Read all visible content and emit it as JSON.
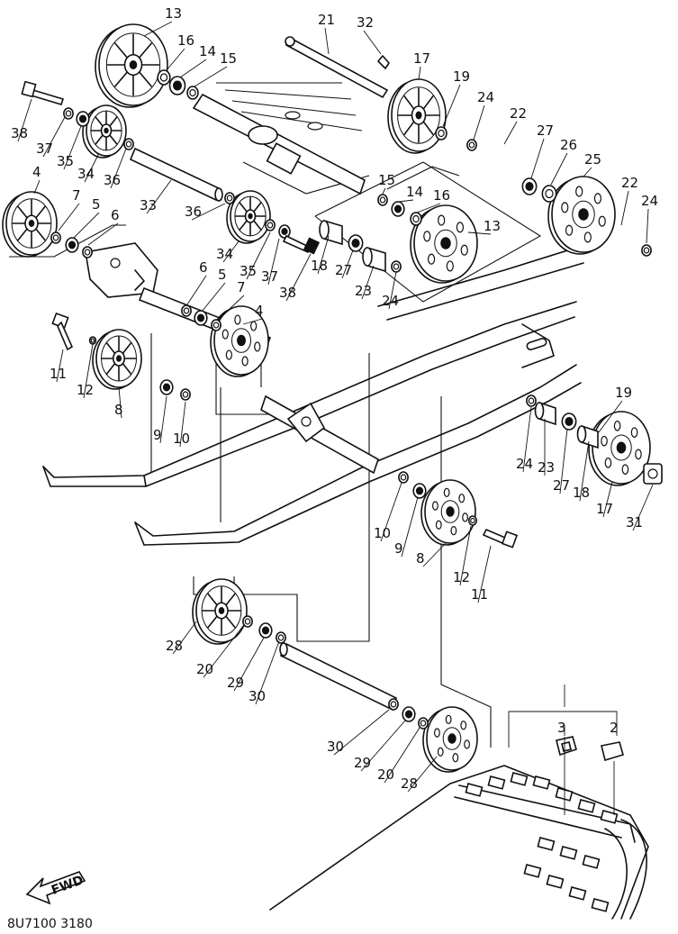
{
  "diagram": {
    "drawing_code": "8U7100 3180",
    "front_arrow_label": "FWD",
    "callouts": [
      {
        "id": "c13a",
        "text": "13"
      },
      {
        "id": "c16a",
        "text": "16"
      },
      {
        "id": "c14a",
        "text": "14"
      },
      {
        "id": "c15a",
        "text": "15"
      },
      {
        "id": "c21",
        "text": "21"
      },
      {
        "id": "c32",
        "text": "32"
      },
      {
        "id": "c17a",
        "text": "17"
      },
      {
        "id": "c19a",
        "text": "19"
      },
      {
        "id": "c38a",
        "text": "38"
      },
      {
        "id": "c37a",
        "text": "37"
      },
      {
        "id": "c35a",
        "text": "35"
      },
      {
        "id": "c34a",
        "text": "34"
      },
      {
        "id": "c36a",
        "text": "36"
      },
      {
        "id": "c33",
        "text": "33"
      },
      {
        "id": "c24a",
        "text": "24"
      },
      {
        "id": "c22a",
        "text": "22"
      },
      {
        "id": "c27a",
        "text": "27"
      },
      {
        "id": "c26",
        "text": "26"
      },
      {
        "id": "c25",
        "text": "25"
      },
      {
        "id": "c22b",
        "text": "22"
      },
      {
        "id": "c24b",
        "text": "24"
      },
      {
        "id": "c4a",
        "text": "4"
      },
      {
        "id": "c7a",
        "text": "7"
      },
      {
        "id": "c5a",
        "text": "5"
      },
      {
        "id": "c6a",
        "text": "6"
      },
      {
        "id": "c36b",
        "text": "36"
      },
      {
        "id": "c34b",
        "text": "34"
      },
      {
        "id": "c35b",
        "text": "35"
      },
      {
        "id": "c37b",
        "text": "37"
      },
      {
        "id": "c38b",
        "text": "38"
      },
      {
        "id": "c15b",
        "text": "15"
      },
      {
        "id": "c14b",
        "text": "14"
      },
      {
        "id": "c16b",
        "text": "16"
      },
      {
        "id": "c13b",
        "text": "13"
      },
      {
        "id": "c18a",
        "text": "18"
      },
      {
        "id": "c27b",
        "text": "27"
      },
      {
        "id": "c23a",
        "text": "23"
      },
      {
        "id": "c24c",
        "text": "24"
      },
      {
        "id": "c6b",
        "text": "6"
      },
      {
        "id": "c5b",
        "text": "5"
      },
      {
        "id": "c7b",
        "text": "7"
      },
      {
        "id": "c4b",
        "text": "4"
      },
      {
        "id": "c11a",
        "text": "11"
      },
      {
        "id": "c12a",
        "text": "12"
      },
      {
        "id": "c8a",
        "text": "8"
      },
      {
        "id": "c9a",
        "text": "9"
      },
      {
        "id": "c10a",
        "text": "10"
      },
      {
        "id": "c19b",
        "text": "19"
      },
      {
        "id": "c24d",
        "text": "24"
      },
      {
        "id": "c23b",
        "text": "23"
      },
      {
        "id": "c27c",
        "text": "27"
      },
      {
        "id": "c18b",
        "text": "18"
      },
      {
        "id": "c17b",
        "text": "17"
      },
      {
        "id": "c31",
        "text": "31"
      },
      {
        "id": "c10b",
        "text": "10"
      },
      {
        "id": "c9b",
        "text": "9"
      },
      {
        "id": "c8b",
        "text": "8"
      },
      {
        "id": "c12b",
        "text": "12"
      },
      {
        "id": "c11b",
        "text": "11"
      },
      {
        "id": "c28a",
        "text": "28"
      },
      {
        "id": "c20a",
        "text": "20"
      },
      {
        "id": "c29a",
        "text": "29"
      },
      {
        "id": "c30a",
        "text": "30"
      },
      {
        "id": "c30b",
        "text": "30"
      },
      {
        "id": "c29b",
        "text": "29"
      },
      {
        "id": "c20b",
        "text": "20"
      },
      {
        "id": "c28b",
        "text": "28"
      },
      {
        "id": "c3",
        "text": "3"
      },
      {
        "id": "c2",
        "text": "2"
      }
    ]
  }
}
